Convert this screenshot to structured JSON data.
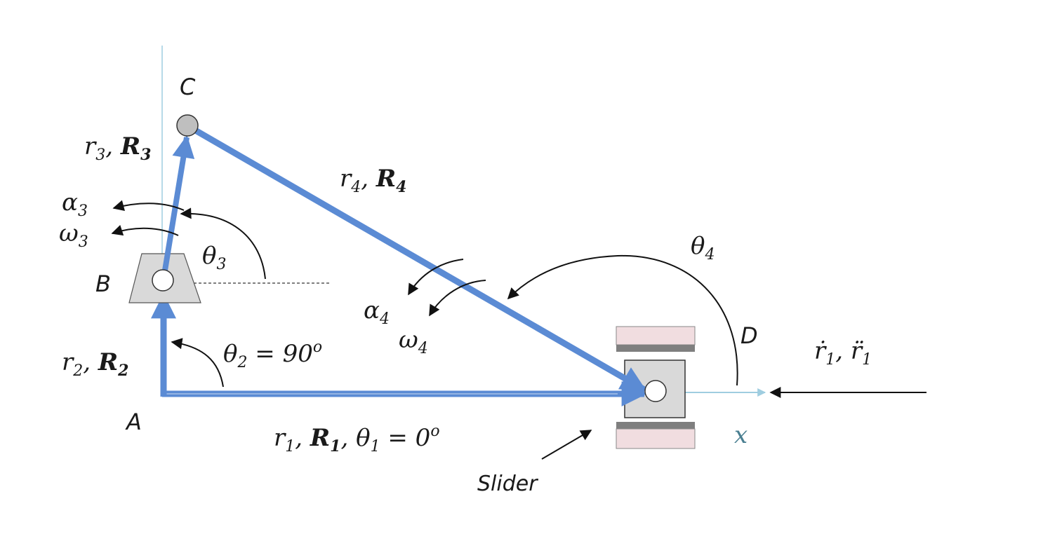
{
  "colors": {
    "link": "#5b8bd4",
    "axis_line": "#9fcde0",
    "ground_pink": "#f1dde0",
    "ground_bar": "#7f7f7f",
    "block_gray": "#d9d9d9",
    "pin_gray": "#bfbfbf"
  },
  "labels": {
    "point_a": "A",
    "point_b": "B",
    "point_c": "C",
    "point_d": "D",
    "x_axis": "x",
    "slider": "Slider",
    "r1": "r",
    "r1_sub": "1",
    "R1": "R",
    "R1_sub": "1",
    "theta1": "θ",
    "theta1_sub": "1",
    "theta1_eq": " = 0",
    "theta1_sup": "o",
    "r2": "r",
    "r2_sub": "2",
    "R2": "R",
    "R2_sub": "2",
    "theta2": "θ",
    "theta2_sub": "2",
    "theta2_eq": " = 90",
    "theta2_sup": "o",
    "r3": "r",
    "r3_sub": "3",
    "R3": "R",
    "R3_sub": "3",
    "theta3": "θ",
    "theta3_sub": "3",
    "alpha3": "α",
    "alpha3_sub": "3",
    "omega3": "ω",
    "omega3_sub": "3",
    "r4": "r",
    "r4_sub": "4",
    "R4": "R",
    "R4_sub": "4",
    "theta4": "θ",
    "theta4_sub": "4",
    "alpha4": "α",
    "alpha4_sub": "4",
    "omega4": "ω",
    "omega4_sub": "4",
    "rdot": "ṙ",
    "rdot_sub": "1",
    "rddot": "r̈",
    "rddot_sub": "1",
    "comma": ", "
  },
  "icons": {
    "pin_c": "pin-joint-icon",
    "pin_b": "pin-joint-icon",
    "pin_d": "pin-joint-icon",
    "slider_block": "slider-block-icon"
  }
}
